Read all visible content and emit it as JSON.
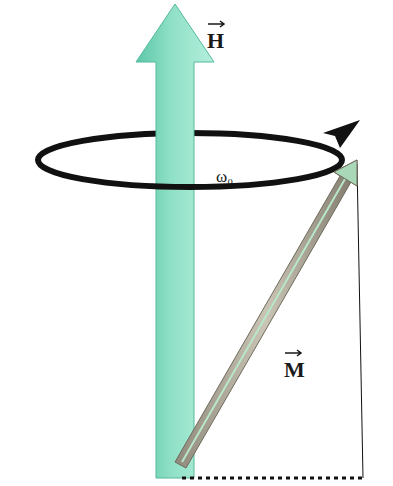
{
  "diagram": {
    "labels": [
      "H",
      "ω₀",
      "M"
    ]
  }
}
